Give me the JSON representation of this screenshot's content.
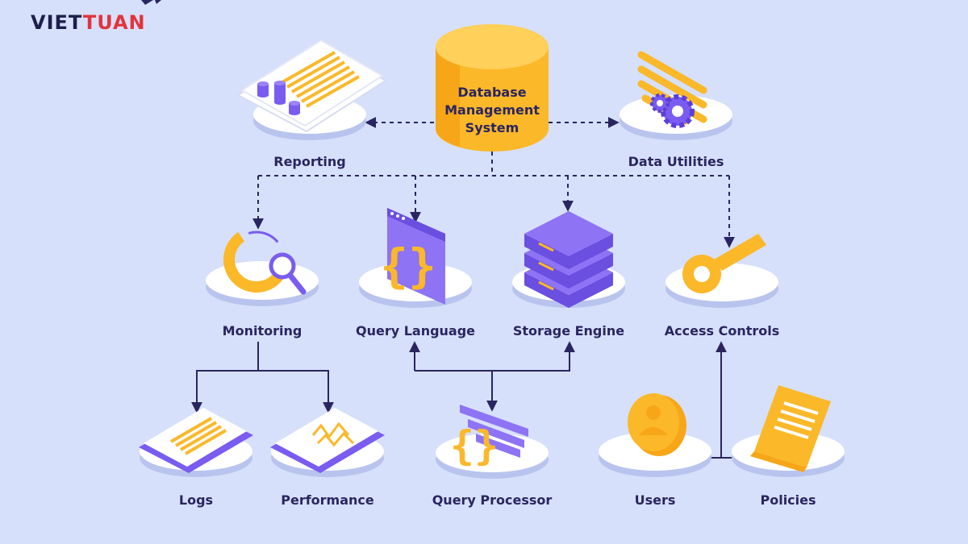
{
  "brand": {
    "part1": "VIET",
    "part2": "TUAN"
  },
  "center": {
    "line1": "Database",
    "line2": "Management",
    "line3": "System"
  },
  "nodes": {
    "reporting": "Reporting",
    "data_utilities": "Data Utilities",
    "monitoring": "Monitoring",
    "query_language": "Query Language",
    "storage_engine": "Storage Engine",
    "access_controls": "Access Controls",
    "logs": "Logs",
    "performance": "Performance",
    "query_processor": "Query Processor",
    "users": "Users",
    "policies": "Policies"
  },
  "colors": {
    "background": "#d6e0fb",
    "accent_orange": "#fbb829",
    "accent_purple": "#7a5cf0",
    "text_dark": "#2a2560",
    "line": "#2a2560"
  }
}
